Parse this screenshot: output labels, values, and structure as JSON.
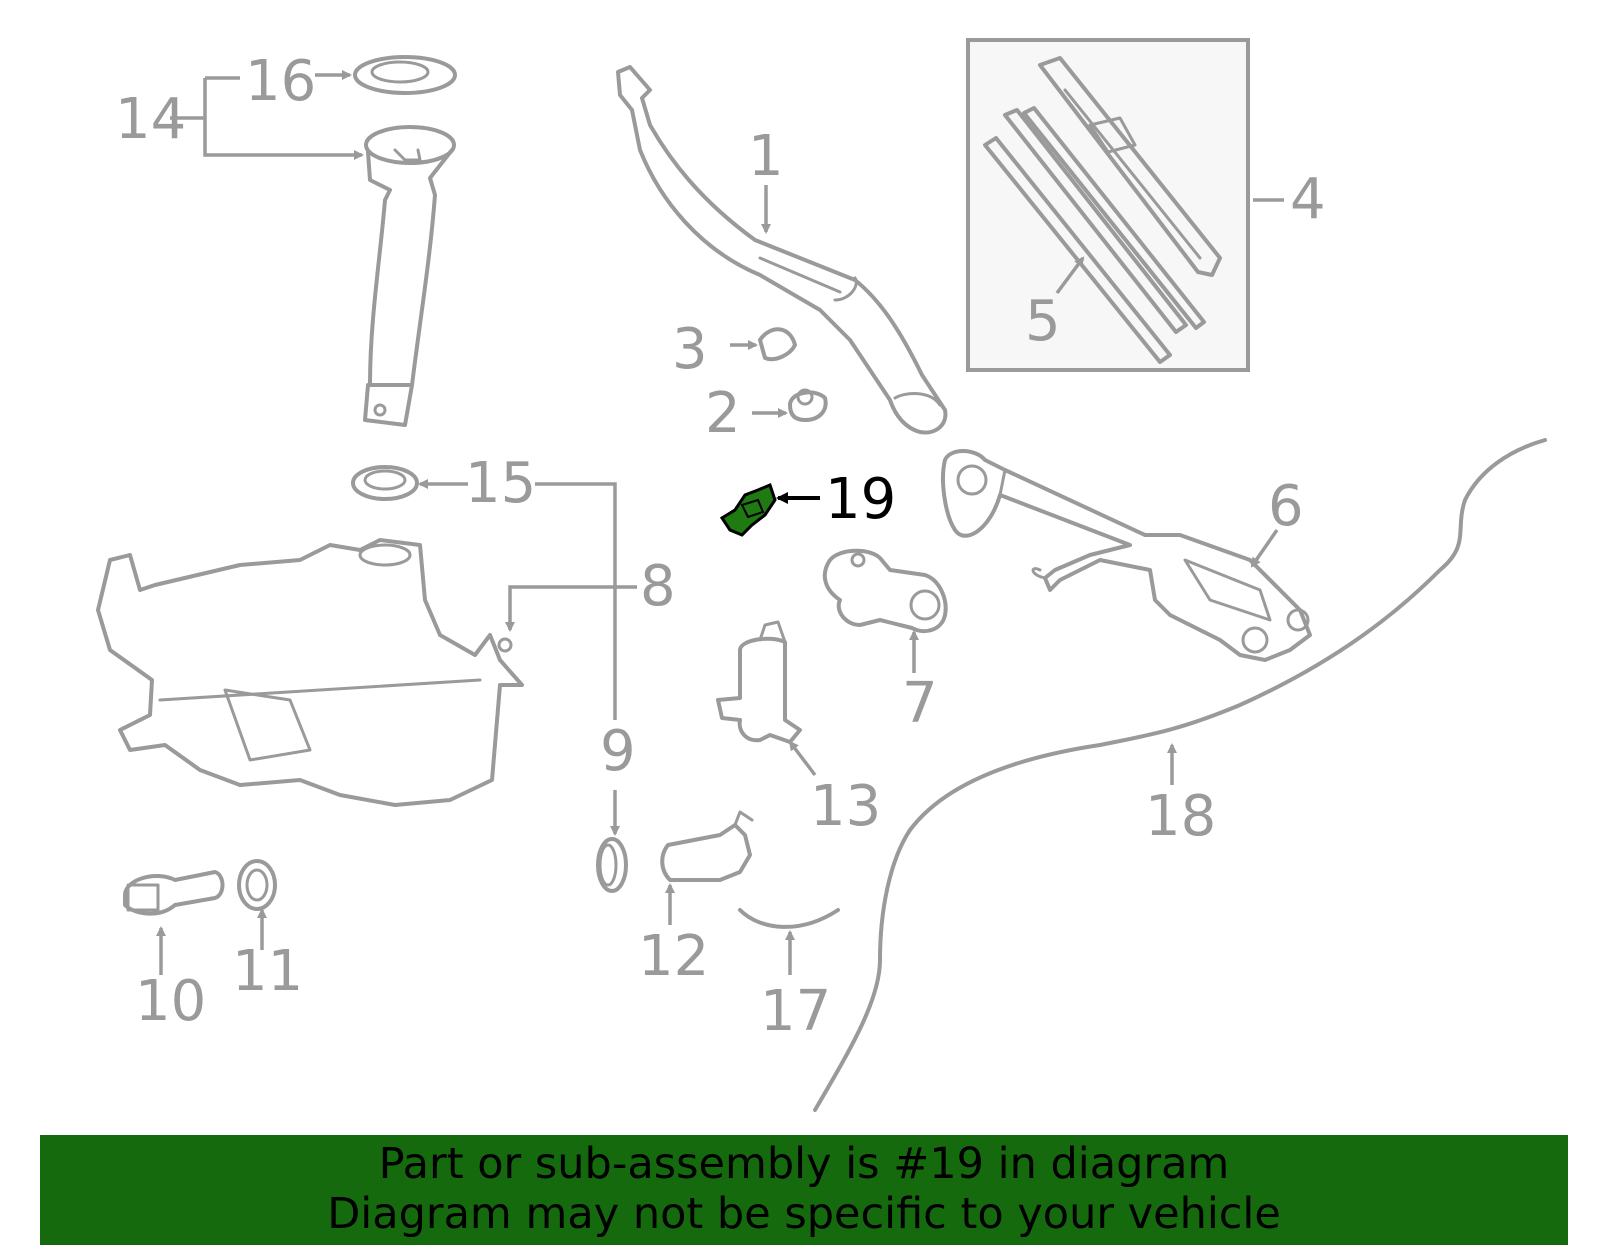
{
  "callouts": [
    {
      "id": "1",
      "label": "1"
    },
    {
      "id": "2",
      "label": "2"
    },
    {
      "id": "3",
      "label": "3"
    },
    {
      "id": "4",
      "label": "4"
    },
    {
      "id": "5",
      "label": "5"
    },
    {
      "id": "6",
      "label": "6"
    },
    {
      "id": "7",
      "label": "7"
    },
    {
      "id": "8",
      "label": "8"
    },
    {
      "id": "9",
      "label": "9"
    },
    {
      "id": "10",
      "label": "10"
    },
    {
      "id": "11",
      "label": "11"
    },
    {
      "id": "12",
      "label": "12"
    },
    {
      "id": "13",
      "label": "13"
    },
    {
      "id": "14",
      "label": "14"
    },
    {
      "id": "15",
      "label": "15"
    },
    {
      "id": "16",
      "label": "16"
    },
    {
      "id": "17",
      "label": "17"
    },
    {
      "id": "18",
      "label": "18"
    },
    {
      "id": "19",
      "label": "19",
      "highlighted": true
    }
  ],
  "colors": {
    "line": "#9a9a9a",
    "highlight_part": "#1f7a12",
    "banner_bg": "#156a0d",
    "banner_text": "#000000",
    "inset_bg": "#f7f7f7"
  },
  "banner": {
    "line1": "Part or sub-assembly is #19 in diagram",
    "line2": "Diagram may not be specific to your vehicle"
  }
}
